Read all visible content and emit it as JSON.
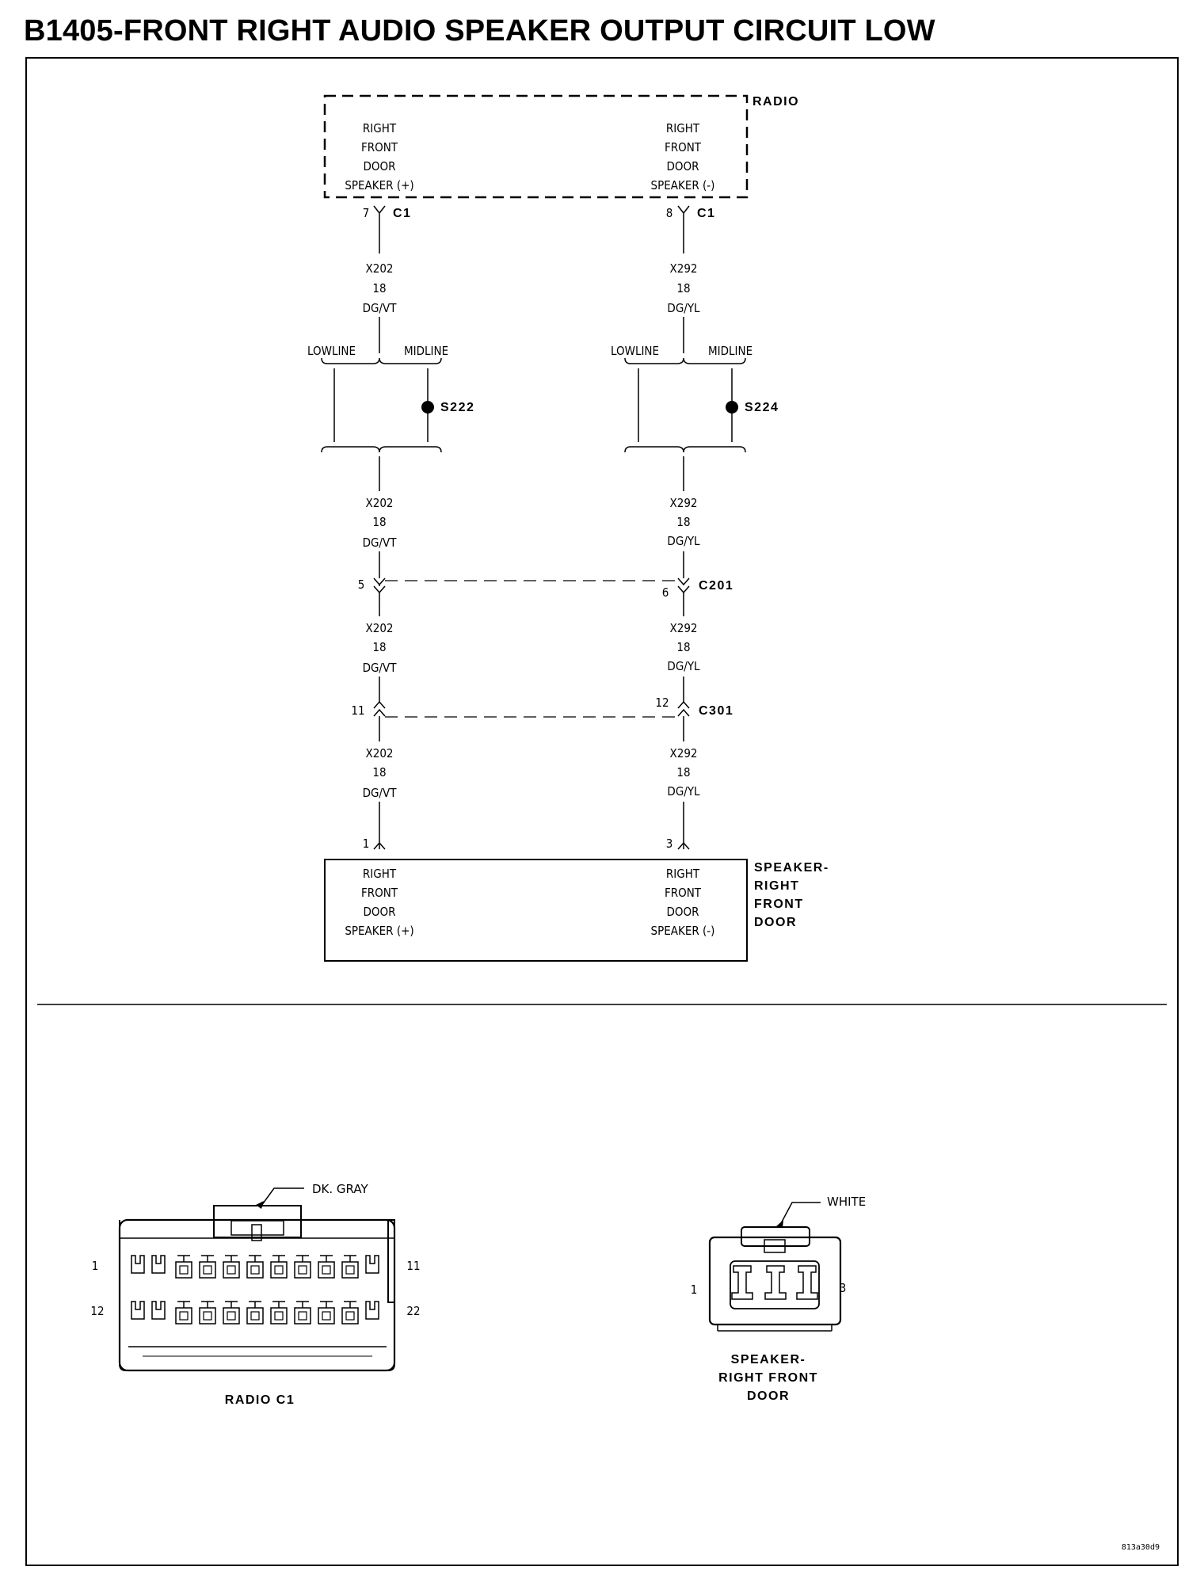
{
  "title": "B1405-FRONT RIGHT AUDIO SPEAKER OUTPUT CIRCUIT LOW",
  "radio": {
    "name": "RADIO",
    "left_pin": [
      "RIGHT",
      "FRONT",
      "DOOR",
      "SPEAKER (+)"
    ],
    "right_pin": [
      "RIGHT",
      "FRONT",
      "DOOR",
      "SPEAKER (-)"
    ],
    "connector": "C1",
    "left_cavity": "7",
    "right_cavity": "8"
  },
  "wire_left": {
    "circuit": "X202",
    "gauge": "18",
    "color": "DG/VT"
  },
  "wire_right": {
    "circuit": "X292",
    "gauge": "18",
    "color": "DG/YL"
  },
  "option_labels": {
    "low": "LOWLINE",
    "mid": "MIDLINE"
  },
  "splices": {
    "left": "S222",
    "right": "S224"
  },
  "c201": {
    "name": "C201",
    "left_cavity": "5",
    "right_cavity": "6"
  },
  "c301": {
    "name": "C301",
    "left_cavity": "11",
    "right_cavity": "12"
  },
  "speaker": {
    "name": [
      "SPEAKER-",
      "RIGHT",
      "FRONT",
      "DOOR"
    ],
    "left_pin": [
      "RIGHT",
      "FRONT",
      "DOOR",
      "SPEAKER (+)"
    ],
    "right_pin": [
      "RIGHT",
      "FRONT",
      "DOOR",
      "SPEAKER (-)"
    ],
    "left_cavity": "1",
    "right_cavity": "3"
  },
  "radio_connector": {
    "color_label": "DK. GRAY",
    "caption": "RADIO C1",
    "pin_tl": "1",
    "pin_tr": "11",
    "pin_bl": "12",
    "pin_br": "22"
  },
  "speaker_connector": {
    "color_label": "WHITE",
    "caption": [
      "SPEAKER-",
      "RIGHT FRONT",
      "DOOR"
    ],
    "pin_l": "1",
    "pin_r": "3"
  },
  "figure_id": "813a30d9"
}
